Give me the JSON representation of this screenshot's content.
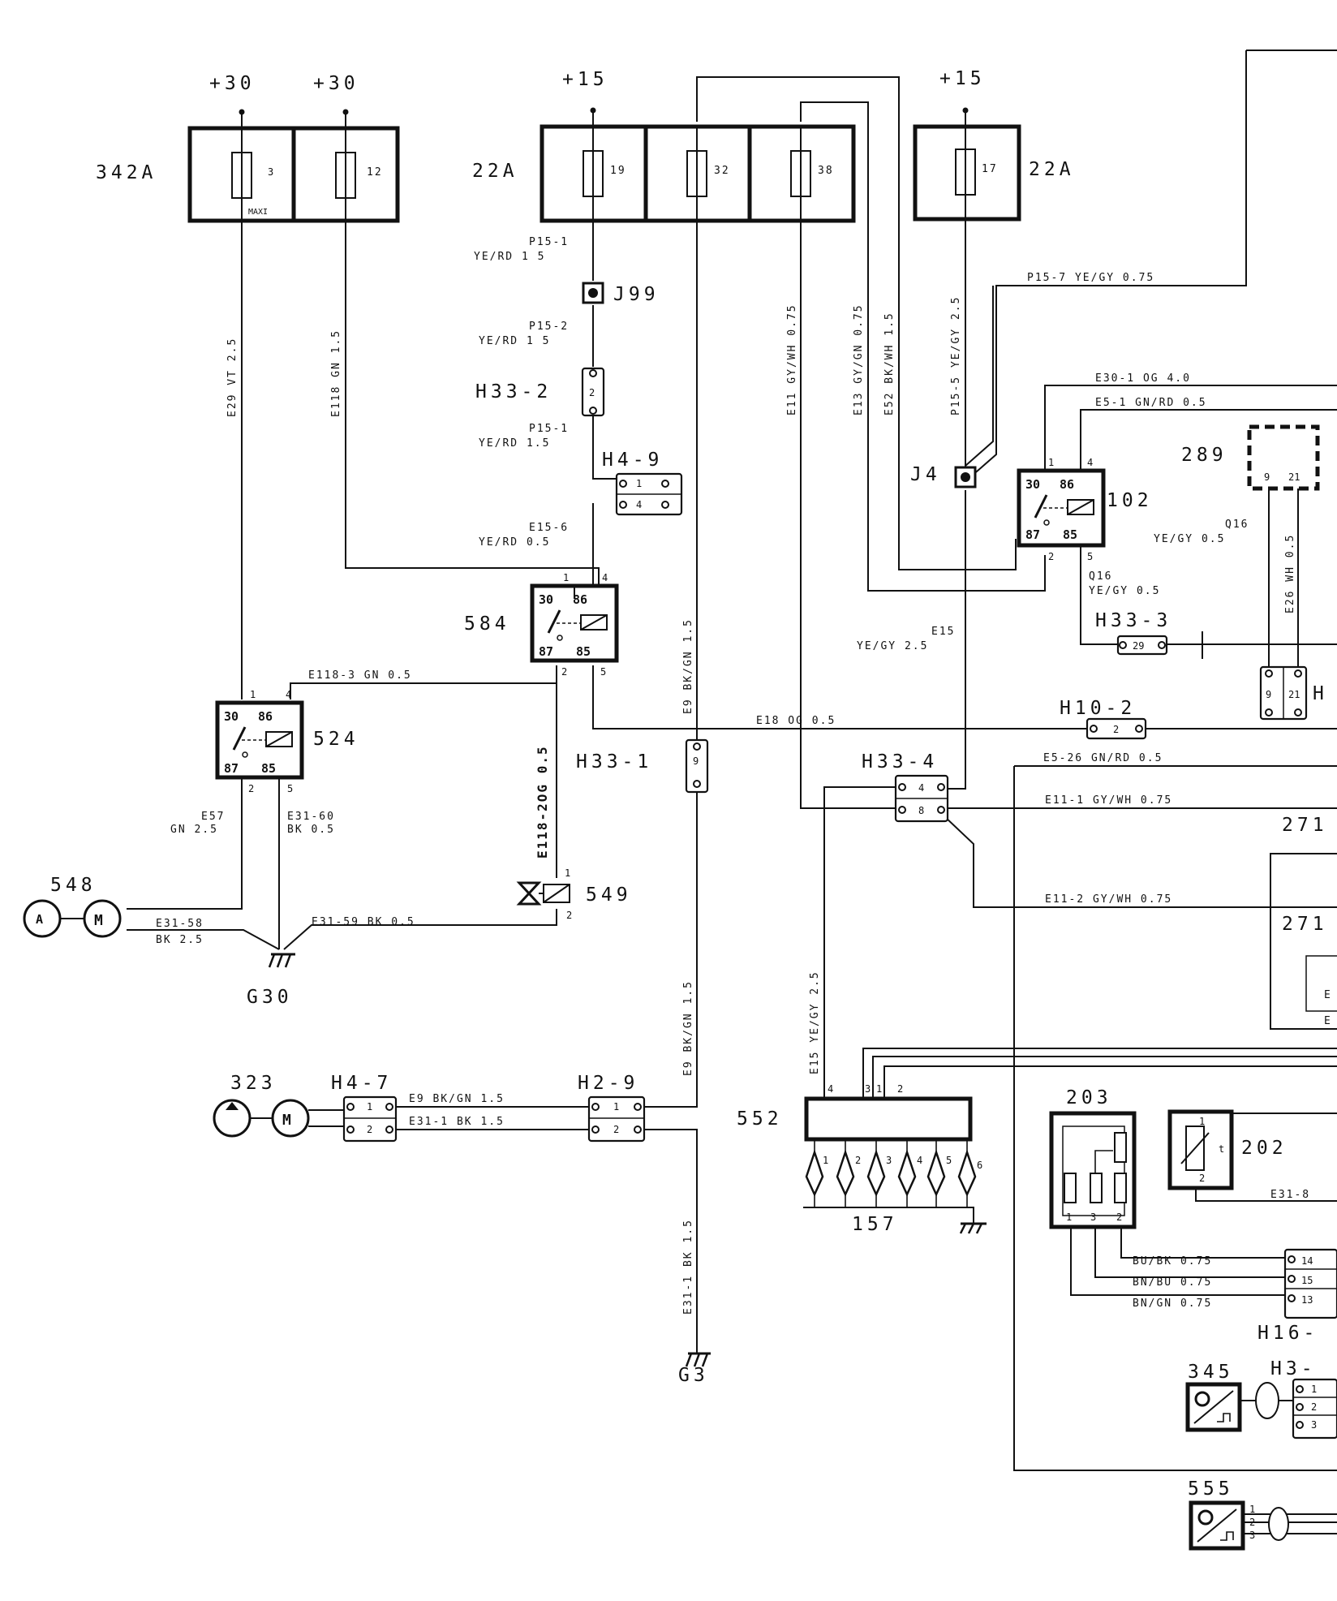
{
  "supply_labels": [
    "+30",
    "+30",
    "+15",
    "+15"
  ],
  "fuse_boxes": [
    {
      "name": "342A",
      "fuses": [
        "3",
        "12"
      ],
      "note": "MAXI"
    },
    {
      "name": "22A",
      "fuses": [
        "19",
        "32",
        "38"
      ]
    },
    {
      "name": "22A",
      "fuses": [
        "17"
      ]
    }
  ],
  "relays": [
    {
      "name": "584",
      "pins": [
        "30",
        "86",
        "87",
        "85"
      ],
      "terminals": [
        "1",
        "4",
        "2",
        "5"
      ]
    },
    {
      "name": "524",
      "pins": [
        "30",
        "86",
        "87",
        "85"
      ],
      "terminals": [
        "1",
        "4",
        "2",
        "5"
      ]
    },
    {
      "name": "102",
      "pins": [
        "30",
        "86",
        "87",
        "85"
      ],
      "terminals": [
        "1",
        "4",
        "2",
        "5"
      ]
    }
  ],
  "connectors": {
    "J99": "J99",
    "J4": "J4",
    "H33_2": "H33-2",
    "H4_9": "H4-9",
    "H33_1": "H33-1",
    "H33_3": "H33-3",
    "H33_4": "H33-4",
    "H10_2": "H10-2",
    "H4_7": "H4-7",
    "H2_9": "H2-9",
    "H16": "H16-",
    "H3": "H3-",
    "H_partial": "H"
  },
  "components": {
    "c289": "289",
    "c548": "548",
    "c549": "549",
    "c323": "323",
    "c552": "552",
    "c157": "157",
    "c203": "203",
    "c202": "202",
    "c345": "345",
    "c555": "555",
    "c271a": "271",
    "c271b": "271",
    "g30": "G30",
    "g3": "G3"
  },
  "wire_labels": {
    "e29": "E29 VT 2.5",
    "e118": "E118 GN 1.5",
    "p15_1a": "P15-1",
    "p15_1a_c": "YE/RD 1 5",
    "p15_2": "P15-2",
    "p15_2_c": "YE/RD 1 5",
    "p15_1b": "P15-1",
    "p15_1b_c": "YE/RD 1.5",
    "e15_6": "E15-6",
    "e15_6_c": "YE/RD 0.5",
    "e118_3": "E118-3 GN 0.5",
    "e118_2": "E118-2OG 0.5",
    "e57": "E57",
    "e57_c": "GN 2.5",
    "e31_60": "E31-60",
    "e31_60_c": "BK 0.5",
    "e31_58": "E31-58",
    "e31_58_c": "BK 2.5",
    "e31_59": "E31-59 BK 0.5",
    "e9_upper": "E9 BK/GN 1.5",
    "e9_lower": "E9 BK/GN 1.5",
    "e11_v": "E11 GY/WH 0.75",
    "e13_v": "E13 GY/GN 0.75",
    "e52_v": "E52 BK/WH 1.5",
    "p15_5_v": "P15-5 YE/GY 2.5",
    "p15_7": "P15-7 YE/GY 0.75",
    "e30_1": "E30-1 OG 4.0",
    "e5_1": "E5-1 GN/RD 0.5",
    "q16a": "Q16",
    "q16a_c": "YE/GY 0.5",
    "q16b": "Q16",
    "q16b_c": "YE/GY 0.5",
    "e26_v": "E26 WH 0.5",
    "e15": "E15",
    "e15_c": "YE/GY 2.5",
    "e18": "E18 OG 0.5",
    "e5_26": "E5-26 GN/RD 0.5",
    "e11_1": "E11-1 GY/WH 0.75",
    "e11_2": "E11-2 GY/WH 0.75",
    "e15_v2": "E15 YE/GY 2.5",
    "e9_h": "E9 BK/GN 1.5",
    "e31_1_h": "E31-1 BK 1.5",
    "e31_1_v": "E31-1 BK 1.5",
    "bu_bk": "BU/BK 0.75",
    "bn_bu": "BN/BU 0.75",
    "bn_gn": "BN/GN 0.75",
    "e31_8": "E31-8",
    "e_a": "E",
    "e_b": "E"
  }
}
